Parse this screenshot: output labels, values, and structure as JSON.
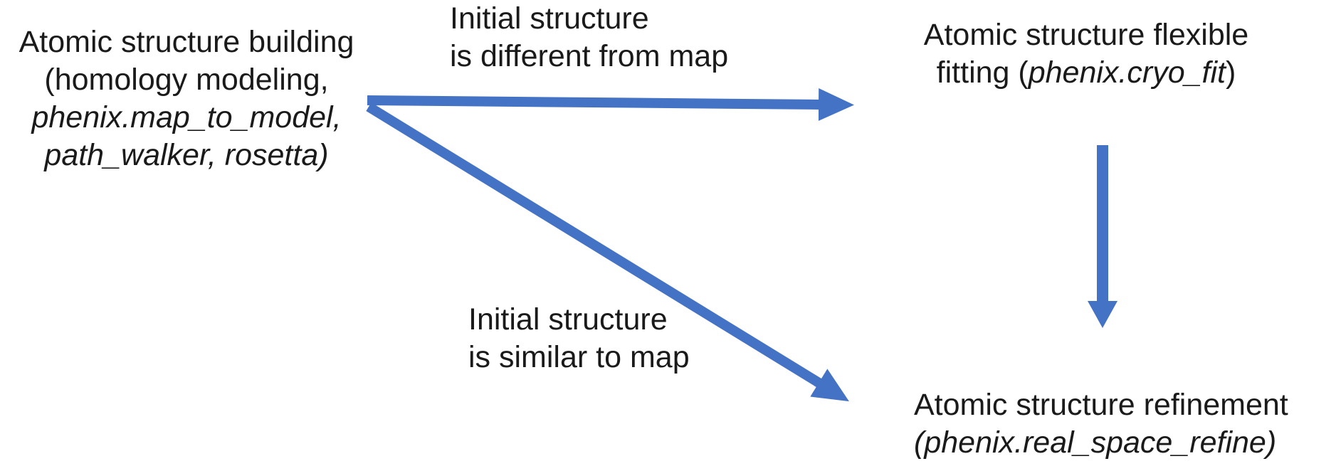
{
  "colors": {
    "arrow_blue": "#4472C4",
    "text_black": "#1a1a1a",
    "background": "#ffffff"
  },
  "nodes": {
    "building": {
      "lines": [
        "Atomic structure building",
        "(homology modeling,",
        "phenix.map_to_model,",
        "path_walker, rosetta)"
      ]
    },
    "flexible_fitting": {
      "line1": "Atomic structure flexible",
      "line2_prefix": "fitting (",
      "line2_code": "phenix.cryo_fit",
      "line2_suffix": ")"
    },
    "refinement": {
      "line1": "Atomic structure refinement",
      "line2_prefix": "(",
      "line2_code": "phenix.real_space_refine",
      "line2_suffix": ")"
    }
  },
  "labels": {
    "different": {
      "line1": "Initial structure",
      "line2": "is different from map"
    },
    "similar": {
      "line1": "Initial structure",
      "line2": "is similar to map"
    }
  },
  "edges": [
    {
      "from": "building",
      "to": "flexible_fitting",
      "condition": "Initial structure is different from map"
    },
    {
      "from": "building",
      "to": "refinement",
      "condition": "Initial structure is similar to map"
    },
    {
      "from": "flexible_fitting",
      "to": "refinement",
      "condition": null
    }
  ]
}
